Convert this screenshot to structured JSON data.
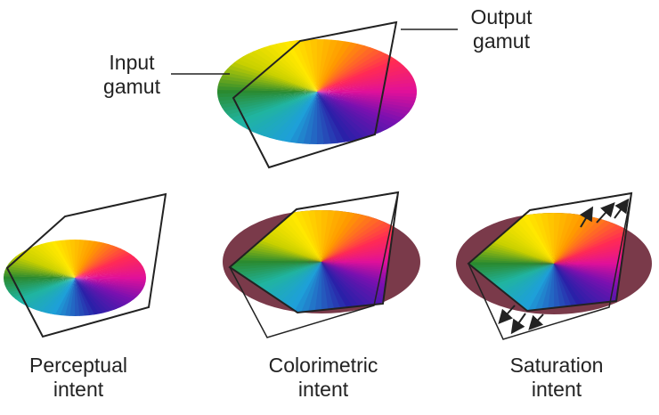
{
  "labels": {
    "input_gamut": [
      "Input",
      "gamut"
    ],
    "output_gamut": [
      "Output",
      "gamut"
    ],
    "perceptual": [
      "Perceptual",
      "intent"
    ],
    "colorimetric": [
      "Colorimetric",
      "intent"
    ],
    "saturation": [
      "Saturation",
      "intent"
    ]
  },
  "colors": {
    "clipped_region": "#7a3a4a",
    "outline": "#222222",
    "wheel": [
      "#ffe800",
      "#ff9a00",
      "#ff2a55",
      "#e0109a",
      "#7a10b0",
      "#2a20a8",
      "#1ea0d8",
      "#20b4a0",
      "#2a8a30",
      "#c8d000",
      "#ffe800"
    ]
  }
}
